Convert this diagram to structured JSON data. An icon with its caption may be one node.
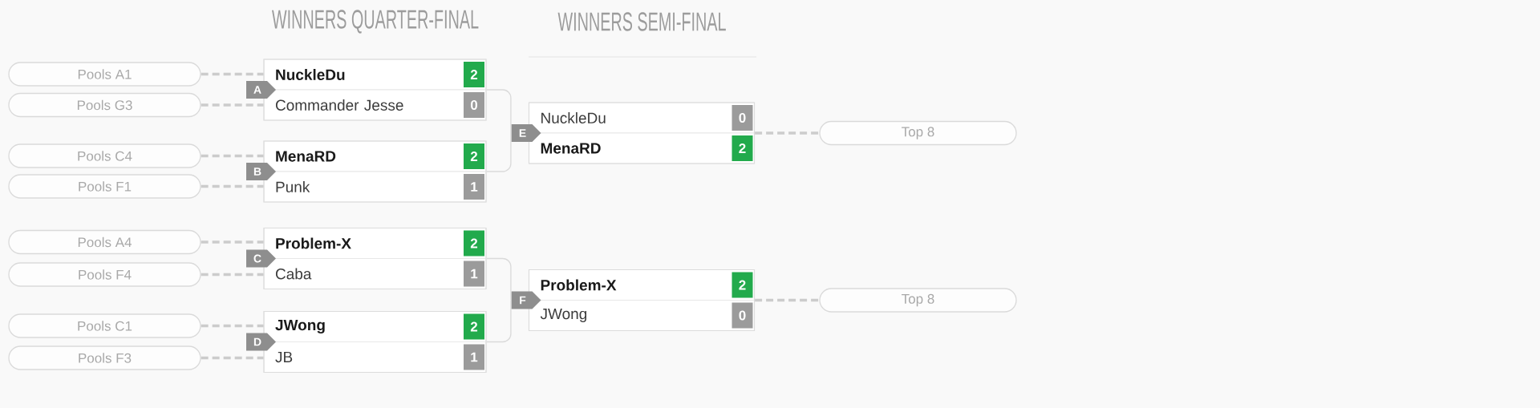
{
  "diagram": {
    "nodes": [
      {
        "text": [
          "Pools A1"
        ]
      },
      {
        "text": [
          "Pools G3"
        ]
      },
      {
        "text": [
          "Pools C4"
        ]
      },
      {
        "text": [
          "Pools F1"
        ]
      },
      {
        "text": [
          "Pools A4"
        ]
      },
      {
        "text": [
          "Pools F4"
        ]
      },
      {
        "text": [
          "Pools C1"
        ]
      },
      {
        "text": [
          "Pools F3"
        ]
      },
      {
        "text": [
          "A"
        ]
      },
      {
        "text": [
          "NuckleDu",
          "2"
        ],
        "in": 8
      },
      {
        "text": [
          "Commander Jesse",
          "0"
        ],
        "in": 8
      },
      {
        "text": [
          "B"
        ]
      },
      {
        "text": [
          "MenaRD",
          "2"
        ],
        "in": 11
      },
      {
        "text": [
          "Punk",
          "1"
        ],
        "in": 11
      },
      {
        "text": [
          "C"
        ]
      },
      {
        "text": [
          "Problem-X",
          "2"
        ],
        "in": 14
      },
      {
        "text": [
          "Caba",
          "1"
        ],
        "in": 14
      },
      {
        "text": [
          "D"
        ]
      },
      {
        "text": [
          "JWong",
          "2"
        ],
        "in": 17
      },
      {
        "text": [
          "JB",
          "1"
        ],
        "in": 17
      },
      {
        "text": [
          "E"
        ]
      },
      {
        "text": [
          "NuckleDu",
          "0"
        ],
        "in": 20
      },
      {
        "text": [
          "MenaRD",
          "2"
        ],
        "in": 20
      },
      {
        "text": [
          "F"
        ]
      },
      {
        "text": [
          "Problem-X",
          "2"
        ],
        "in": 23
      },
      {
        "text": [
          "JWong",
          "0"
        ],
        "in": 23
      },
      {
        "text": [
          "Top 8"
        ]
      },
      {
        "text": [
          "Top 8"
        ]
      }
    ],
    "edges": [
      {
        "from": 0,
        "to": 9,
        "arrow": "none",
        "style": "dashed"
      },
      {
        "from": 1,
        "to": 10,
        "arrow": "none",
        "style": "dashed"
      },
      {
        "from": 2,
        "to": 12,
        "arrow": "none",
        "style": "dashed"
      },
      {
        "from": 3,
        "to": 13,
        "arrow": "none",
        "style": "dashed"
      },
      {
        "from": 4,
        "to": 15,
        "arrow": "none",
        "style": "dashed"
      },
      {
        "from": 5,
        "to": 16,
        "arrow": "none",
        "style": "dashed"
      },
      {
        "from": 6,
        "to": 18,
        "arrow": "none",
        "style": "dashed"
      },
      {
        "from": 7,
        "to": 19,
        "arrow": "none",
        "style": "dashed"
      },
      {
        "from": 8,
        "to": 20,
        "arrow": "none"
      },
      {
        "from": 11,
        "to": 20,
        "arrow": "none"
      },
      {
        "from": 14,
        "to": 23,
        "arrow": "none"
      },
      {
        "from": 17,
        "to": 23,
        "arrow": "none"
      },
      {
        "from": 20,
        "to": 26,
        "arrow": "none",
        "style": "dashed"
      },
      {
        "from": 23,
        "to": 27,
        "arrow": "none",
        "style": "dashed"
      }
    ],
    "labels": [
      "WINNERS QUARTER-FINAL",
      "WINNERS SEMI-FINAL"
    ]
  }
}
